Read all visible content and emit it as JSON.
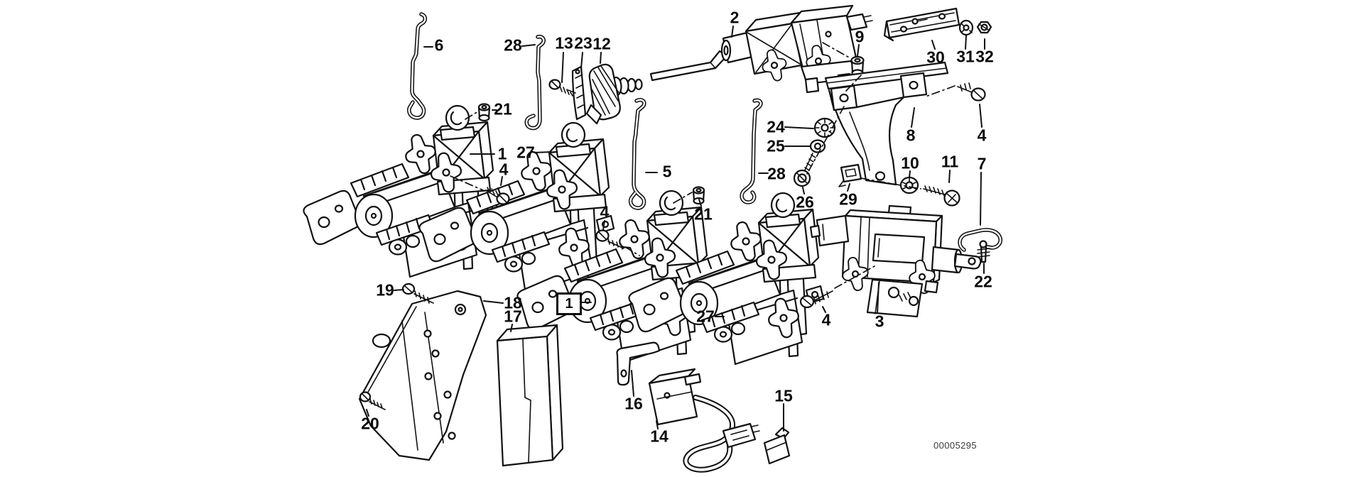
{
  "colors": {
    "background": "#ffffff",
    "ink": "#111111"
  },
  "callouts": [
    {
      "label": "6"
    },
    {
      "label": "28"
    },
    {
      "label": "13"
    },
    {
      "label": "23"
    },
    {
      "label": "12"
    },
    {
      "label": "2"
    },
    {
      "label": "9"
    },
    {
      "label": "30"
    },
    {
      "label": "31"
    },
    {
      "label": "32"
    },
    {
      "label": "21"
    },
    {
      "label": "1"
    },
    {
      "label": "27"
    },
    {
      "label": "4"
    },
    {
      "label": "24"
    },
    {
      "label": "25"
    },
    {
      "label": "28"
    },
    {
      "label": "5"
    },
    {
      "label": "8"
    },
    {
      "label": "4"
    },
    {
      "label": "10"
    },
    {
      "label": "11"
    },
    {
      "label": "7"
    },
    {
      "label": "26"
    },
    {
      "label": "29"
    },
    {
      "label": "21"
    },
    {
      "label": "22"
    },
    {
      "label": "3"
    },
    {
      "label": "4"
    },
    {
      "label": "27"
    },
    {
      "label": "19"
    },
    {
      "label": "18"
    },
    {
      "label": "17"
    },
    {
      "label": "20"
    },
    {
      "label": "16"
    },
    {
      "label": "14"
    },
    {
      "label": "15"
    },
    {
      "label": "4"
    }
  ],
  "boxed_callout": {
    "label": "1"
  },
  "drawing_number": "00005295"
}
